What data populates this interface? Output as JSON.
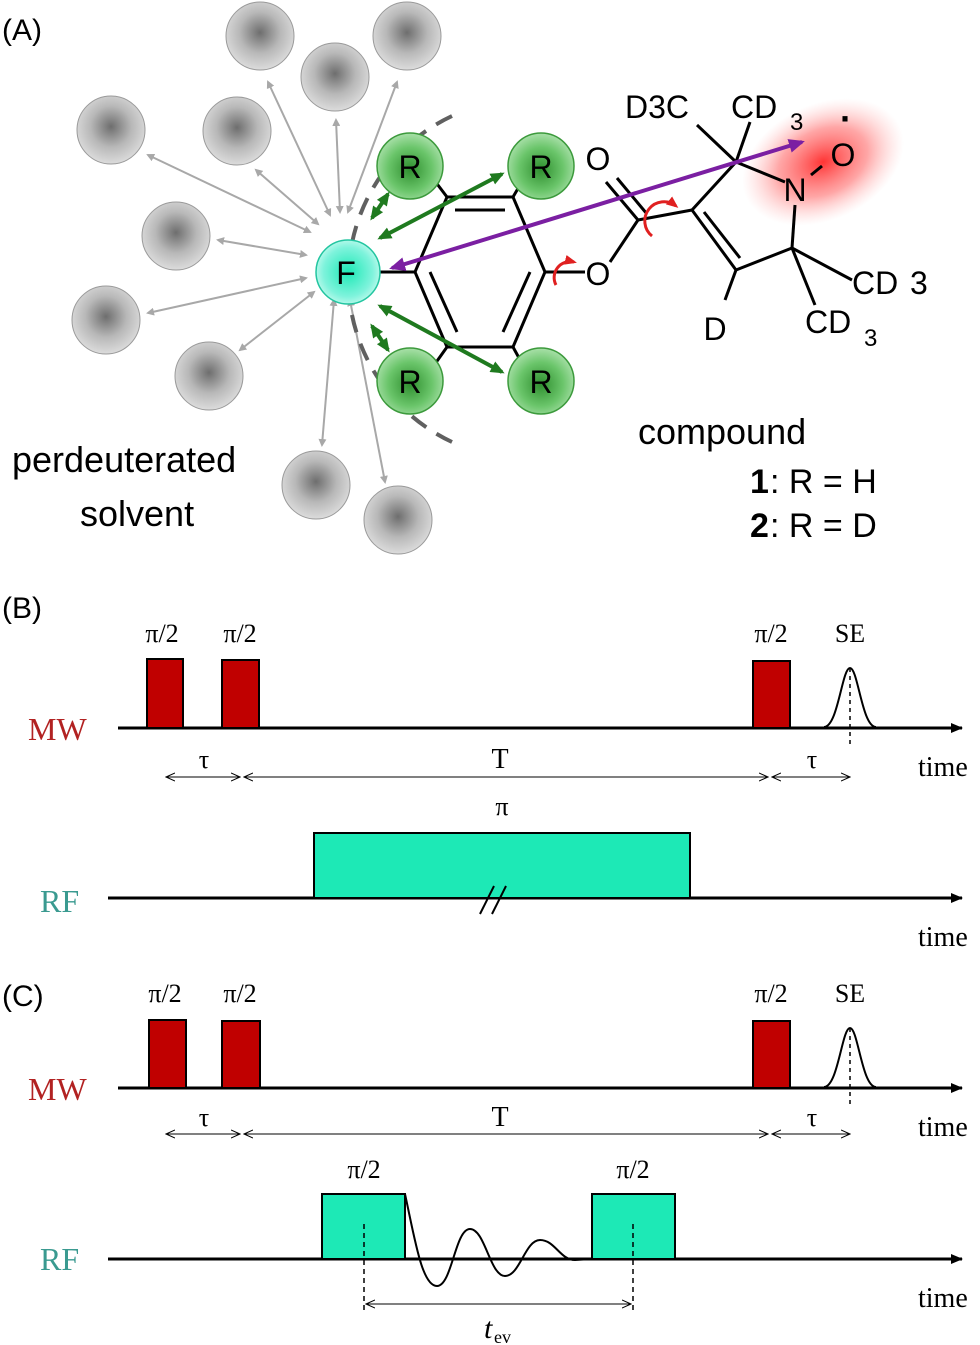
{
  "panel_a": {
    "label": "(A)",
    "solvent_label_line1": "perdeuterated",
    "solvent_label_line2": "solvent",
    "atom_f": "F",
    "atom_r": "R",
    "atom_o_carbonyl": "O",
    "atom_o_ester": "O",
    "atom_n": "N",
    "atom_o_nitroxide": "O",
    "radical_dot": "·",
    "group_d3c": "D3C",
    "group_cd3_top": "CD",
    "group_cd3_right": "CD",
    "group_cd3_bottom": "CD",
    "subscript_3": "3",
    "atom_d": "D",
    "compound_label": "compound",
    "compound_1_number": "1",
    "compound_1_text": ": R = H",
    "compound_2_number": "2",
    "compound_2_text": ": R = D"
  },
  "panel_b": {
    "label": "(B)",
    "mw_label": "MW",
    "rf_label": "RF",
    "pulse_labels": [
      "π/2",
      "π/2",
      "π/2"
    ],
    "echo_label": "SE",
    "tau_label_1": "τ",
    "t_label": "T",
    "tau_label_2": "τ",
    "rf_pulse_label": "π",
    "time_label_mw": "time",
    "time_label_rf": "time"
  },
  "panel_c": {
    "label": "(C)",
    "mw_label": "MW",
    "rf_label": "RF",
    "pulse_labels": [
      "π/2",
      "π/2",
      "π/2"
    ],
    "echo_label": "SE",
    "tau_label_1": "τ",
    "t_label": "T",
    "tau_label_2": "τ",
    "rf_pulse_labels": [
      "π/2",
      "π/2"
    ],
    "tev_label": "t",
    "tev_subscript": "ev",
    "time_label_mw": "time",
    "time_label_rf": "time"
  },
  "colors": {
    "mw_pulse": "#c00000",
    "rf_pulse": "#1de9b6",
    "mw_label": "#b22222",
    "rf_label": "#3a9a90",
    "green_arrow": "#1f7a1f",
    "purple_arrow": "#7b1fa2",
    "red_arrow": "#e02020"
  }
}
